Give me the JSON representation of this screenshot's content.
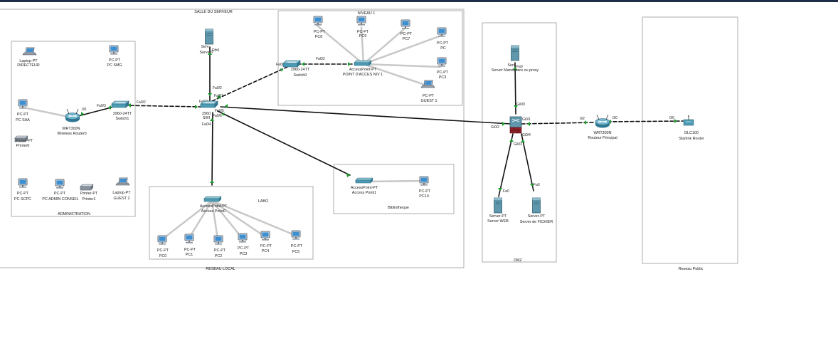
{
  "theme": {
    "cable": "#111111",
    "tri": "#1a9a2a",
    "zone": "#9a9a9a",
    "topbar": "#1f2f4a"
  },
  "areas": {
    "reseau_local": "RESEAU LOCAL",
    "salle_serveur": "SALLE DU SERVEUR",
    "niveau1": "NIVEAU 1",
    "administration": "ADMINISTRATION",
    "labo": "LABO",
    "bibliotheque": "Bibliotheque",
    "dmz": "DMZ",
    "reseau_public": "Reseau Public"
  },
  "devices": {
    "laptop_directeur": {
      "type": "Laptop-PT",
      "name": "DIRECTEUR",
      "icon": "laptop-icon"
    },
    "pc_smg": {
      "type": "PC-PT",
      "name": "PC  SMG",
      "icon": "pc-icon"
    },
    "pc_saa": {
      "type": "PC-PT",
      "name": "PC  SAA",
      "icon": "pc-icon"
    },
    "wireless_router0": {
      "type": "WRT300N",
      "name": "Wireless Router0",
      "icon": "wireless-router-icon"
    },
    "switch1": {
      "type": "2960-24TT",
      "name": "Switch1",
      "icon": "switch-icon"
    },
    "printer0": {
      "type": "Printer-PT",
      "name": "Printer0",
      "icon": "printer-icon"
    },
    "pc_scpc": {
      "type": "PC-PT",
      "name": "PC  SCPC",
      "icon": "pc-icon"
    },
    "pc_admin_conseil": {
      "type": "PC-PT",
      "name": "PC ADMIN CONSEIL",
      "icon": "pc-icon"
    },
    "printer1": {
      "type": "Printer-PT",
      "name": "Printer1",
      "icon": "printer-icon"
    },
    "laptop_guest2": {
      "type": "Laptop-PT",
      "name": "GUEST 2",
      "icon": "laptop-icon"
    },
    "server0": {
      "type": "Serv",
      "name": "Server0",
      "icon": "server-icon"
    },
    "core_switch": {
      "type": "2960",
      "name": "SWI",
      "icon": "switch-icon"
    },
    "switch0": {
      "type": "2960-24TT",
      "name": "Switch0",
      "icon": "switch-icon"
    },
    "ap_niv1": {
      "type": "AccessPoint-PT",
      "name": "POINT D'ACCES NIV 1",
      "icon": "access-point-icon"
    },
    "pc8": {
      "type": "PC-PT",
      "name": "PC8",
      "icon": "pc-icon"
    },
    "pc9": {
      "type": "PC-PT",
      "name": "PC9",
      "icon": "pc-icon"
    },
    "pc7": {
      "type": "PC-PT",
      "name": "PC7",
      "icon": "pc-icon"
    },
    "pc_n1": {
      "type": "PC-PT",
      "name": "PC",
      "icon": "pc-icon"
    },
    "pc_n2": {
      "type": "PC-PT",
      "name": "PC3",
      "icon": "pc-icon"
    },
    "laptop_guest1": {
      "type": "PC-PT",
      "name": "GUEST 1",
      "icon": "laptop-icon"
    },
    "ap_labo": {
      "type": "AccessPoint-PT",
      "name": "Access Point0",
      "icon": "access-point-icon"
    },
    "pc0": {
      "type": "PC-PT",
      "name": "PC0",
      "icon": "pc-icon"
    },
    "pc1": {
      "type": "PC-PT",
      "name": "PC1",
      "icon": "pc-icon"
    },
    "pc2": {
      "type": "PC-PT",
      "name": "PC2",
      "icon": "pc-icon"
    },
    "pc3": {
      "type": "PC-PT",
      "name": "PC3",
      "icon": "pc-icon"
    },
    "pc4": {
      "type": "PC-PT",
      "name": "PC4",
      "icon": "pc-icon"
    },
    "pc5": {
      "type": "PC-PT",
      "name": "PC5",
      "icon": "pc-icon"
    },
    "ap_biblio": {
      "type": "AccessPoint-PT",
      "name": "Access Point1",
      "icon": "access-point-icon"
    },
    "pc10": {
      "type": "PC-PT",
      "name": "PC10",
      "icon": "pc-icon"
    },
    "server_proxy": {
      "type": "Serv",
      "name": "Server Mandataire ou proxy",
      "icon": "server-icon"
    },
    "firewall": {
      "type": "",
      "name": "",
      "icon": "firewall-icon"
    },
    "server_web": {
      "type": "Server-PT",
      "name": "Server WEB",
      "icon": "server-icon"
    },
    "server_fichier": {
      "type": "Server-PT",
      "name": "Server de FICHIER",
      "icon": "server-icon"
    },
    "router_principal": {
      "type": "WRT300N",
      "name": "Routeur Principal",
      "icon": "wireless-router-icon"
    },
    "starlink": {
      "type": "DLC100",
      "name": "Starlink Router",
      "icon": "modem-icon"
    }
  },
  "ports": {
    "sw1_fa03": "Fa0/3",
    "sw1_fa02": "Fa0/2",
    "wr0_0": "0/1",
    "core_fa03": "Fa0/3",
    "core_fa02": "Fa0/2",
    "core_fa01": "Fa0/1",
    "core_fa05": "Fa0/5",
    "core_fa06": "Fa0/6",
    "core_fa04": "Fa0/4",
    "srv0_eth0": "Eth0",
    "sw0_fa01": "Fa0/1",
    "sw0_fa02": "Fa0/2",
    "proxy_fa0": "Fa0",
    "fw_g0": "Gi0/0",
    "fw_g1": "Gi0/1",
    "fw_g2": "Gi0/2",
    "fw_g3": "Gi0/3",
    "fw_g4": "Gi0/4",
    "web_fa0": "Fa0",
    "fichier_fa0": "Fa0",
    "rp_left": "0/2",
    "rp_right": "0/0",
    "star_0": "0/0"
  }
}
